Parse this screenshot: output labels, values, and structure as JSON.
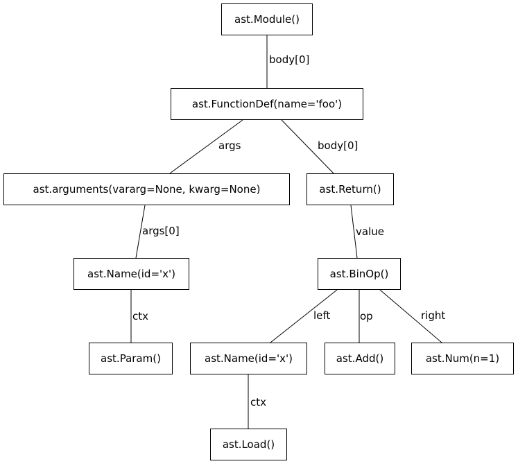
{
  "diagram": {
    "type": "tree",
    "description": "Python abstract syntax tree (AST) node diagram",
    "colors": {
      "background": "#ffffff",
      "node_border": "#000000",
      "edge_line": "#000000",
      "text": "#000000"
    },
    "nodes": [
      {
        "id": "module",
        "label": "ast.Module()"
      },
      {
        "id": "functiondef",
        "label": "ast.FunctionDef(name='foo')"
      },
      {
        "id": "arguments",
        "label": "ast.arguments(vararg=None, kwarg=None)"
      },
      {
        "id": "return",
        "label": "ast.Return()"
      },
      {
        "id": "name-arg",
        "label": "ast.Name(id='x')"
      },
      {
        "id": "binop",
        "label": "ast.BinOp()"
      },
      {
        "id": "param",
        "label": "ast.Param()"
      },
      {
        "id": "name-left",
        "label": "ast.Name(id='x')"
      },
      {
        "id": "add",
        "label": "ast.Add()"
      },
      {
        "id": "num",
        "label": "ast.Num(n=1)"
      },
      {
        "id": "load",
        "label": "ast.Load()"
      }
    ],
    "edges": [
      {
        "from": "module",
        "to": "functiondef",
        "label": "body[0]"
      },
      {
        "from": "functiondef",
        "to": "arguments",
        "label": "args"
      },
      {
        "from": "functiondef",
        "to": "return",
        "label": "body[0]"
      },
      {
        "from": "arguments",
        "to": "name-arg",
        "label": "args[0]"
      },
      {
        "from": "return",
        "to": "binop",
        "label": "value"
      },
      {
        "from": "name-arg",
        "to": "param",
        "label": "ctx"
      },
      {
        "from": "binop",
        "to": "name-left",
        "label": "left"
      },
      {
        "from": "binop",
        "to": "add",
        "label": "op"
      },
      {
        "from": "binop",
        "to": "num",
        "label": "right"
      },
      {
        "from": "name-left",
        "to": "load",
        "label": "ctx"
      }
    ]
  }
}
